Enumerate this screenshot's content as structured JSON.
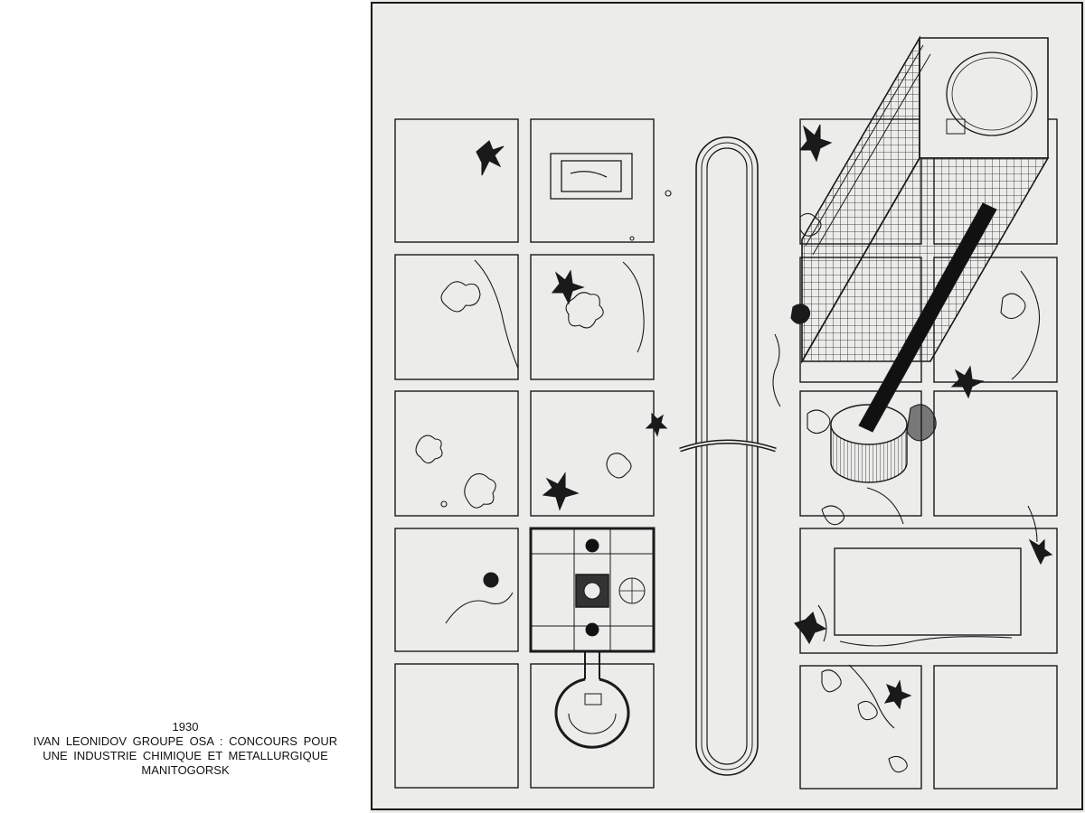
{
  "caption": {
    "year": "1930",
    "line1": "IVAN  LEONIDOV  GROUPE  OSA :  CONCOURS  POUR",
    "line2": "UNE  INDUSTRIE  CHIMIQUE  ET  METALLURGIQUE",
    "line3": "MANITOGORSK"
  },
  "colors": {
    "paper": "#ececea",
    "ink": "#1a1a1a",
    "page": "#ffffff"
  }
}
